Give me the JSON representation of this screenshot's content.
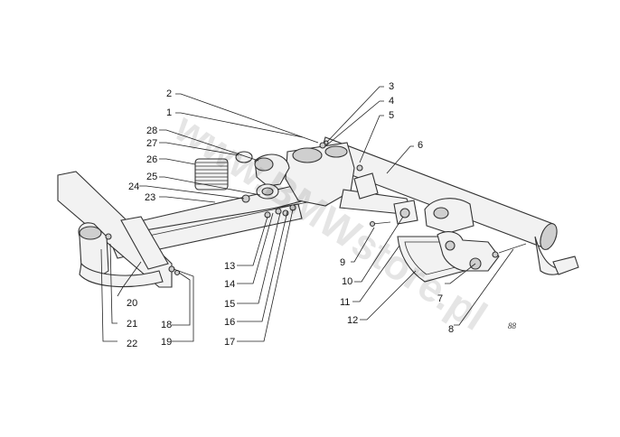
{
  "watermark": "www.BMWstore.pl",
  "signature": "88",
  "callouts": [
    {
      "id": "1",
      "label": "1"
    },
    {
      "id": "2",
      "label": "2"
    },
    {
      "id": "3",
      "label": "3"
    },
    {
      "id": "4",
      "label": "4"
    },
    {
      "id": "5",
      "label": "5"
    },
    {
      "id": "6",
      "label": "6"
    },
    {
      "id": "7",
      "label": "7"
    },
    {
      "id": "8",
      "label": "8"
    },
    {
      "id": "9",
      "label": "9"
    },
    {
      "id": "10",
      "label": "10"
    },
    {
      "id": "11",
      "label": "11"
    },
    {
      "id": "12",
      "label": "12"
    },
    {
      "id": "13",
      "label": "13"
    },
    {
      "id": "14",
      "label": "14"
    },
    {
      "id": "15",
      "label": "15"
    },
    {
      "id": "16",
      "label": "16"
    },
    {
      "id": "17",
      "label": "17"
    },
    {
      "id": "18",
      "label": "18"
    },
    {
      "id": "19",
      "label": "19"
    },
    {
      "id": "20",
      "label": "20"
    },
    {
      "id": "21",
      "label": "21"
    },
    {
      "id": "22",
      "label": "22"
    },
    {
      "id": "23",
      "label": "23"
    },
    {
      "id": "24",
      "label": "24"
    },
    {
      "id": "25",
      "label": "25"
    },
    {
      "id": "26",
      "label": "26"
    },
    {
      "id": "27",
      "label": "27"
    },
    {
      "id": "28",
      "label": "28"
    }
  ]
}
